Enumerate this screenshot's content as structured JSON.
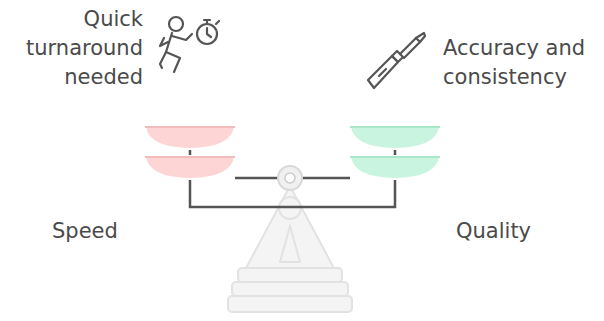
{
  "diagram": {
    "labels": [
      "Quick turnaround needed",
      "Accuracy and consistency",
      "Speed",
      "Quality"
    ]
  }
}
